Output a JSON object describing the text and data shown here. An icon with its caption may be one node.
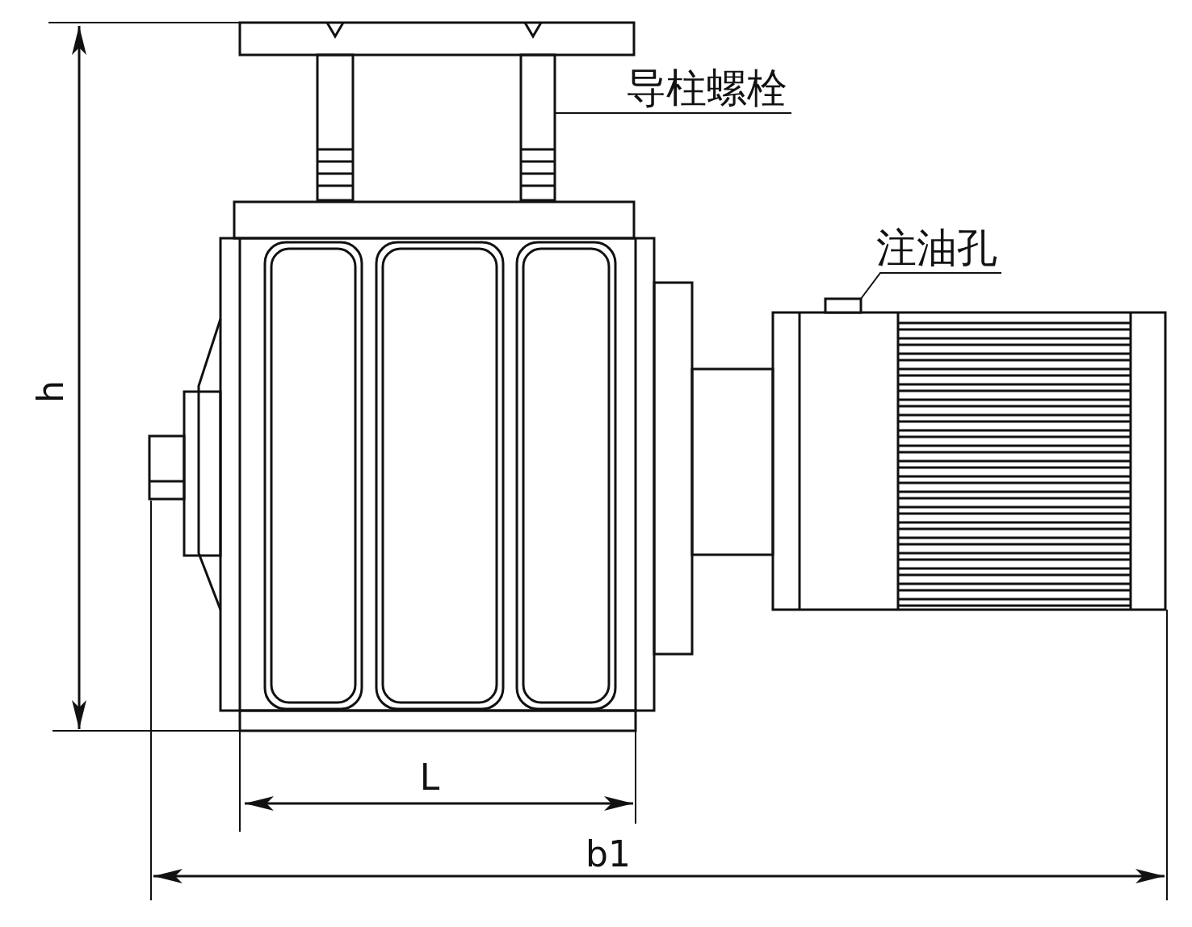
{
  "diagram": {
    "nodes": [
      {
        "text": [
          "导柱螺栓"
        ]
      },
      {
        "text": [],
        "shape": "bar"
      },
      {
        "text": [
          "注油孔"
        ]
      },
      {
        "text": [],
        "shape": "box"
      }
    ],
    "edges": [
      {
        "from": 0,
        "to": 1,
        "arrow": "none"
      },
      {
        "from": 2,
        "to": 3,
        "arrow": "none"
      }
    ],
    "labels": [
      "h",
      "L",
      "b1"
    ]
  }
}
